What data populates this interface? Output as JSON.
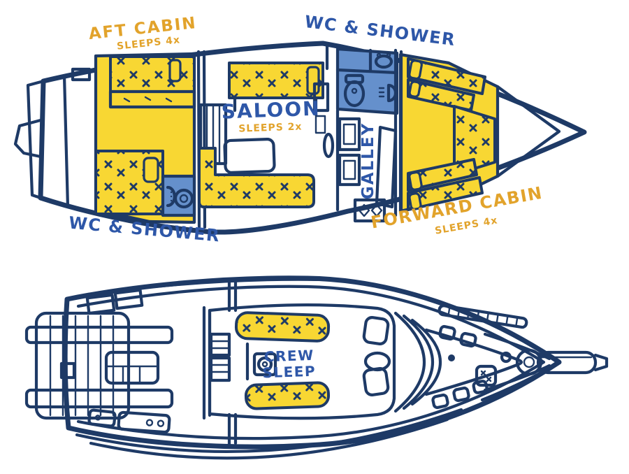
{
  "colors": {
    "navy": "#1e3a66",
    "yellow": "#f8d733",
    "gold": "#e2a32b",
    "label_blue": "#2e57a8",
    "light_blue": "#6590cc",
    "background": "#ffffff"
  },
  "interior_plan": {
    "labels": {
      "aft_cabin_title": "AFT CABIN",
      "aft_cabin_subtitle": "SLEEPS 4x",
      "wc_shower_top": "WC & SHOWER",
      "saloon_title": "SALOON",
      "saloon_subtitle": "SLEEPS 2x",
      "galley": "GALLEY",
      "forward_cabin_title": "FORWARD CABIN",
      "forward_cabin_subtitle": "SLEEPS 4x",
      "wc_shower_bottom": "WC & SHOWER"
    }
  },
  "deck_plan": {
    "labels": {
      "crew_sleep_line1": "CREW",
      "crew_sleep_line2": "SLEEP"
    }
  }
}
